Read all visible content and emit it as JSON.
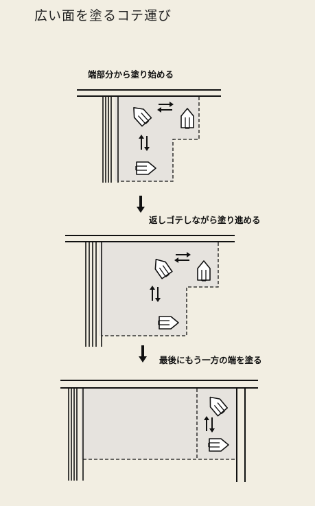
{
  "title": "広い面を塗るコテ運び",
  "steps": [
    {
      "label": "端部分から塗り始める"
    },
    {
      "label": "返しゴテしながら塗り進める"
    },
    {
      "label": "最後にもう一方の端を塗る"
    }
  ],
  "colors": {
    "background": "#f2eee2",
    "area_fill": "#e6e3de",
    "line": "#111111"
  }
}
